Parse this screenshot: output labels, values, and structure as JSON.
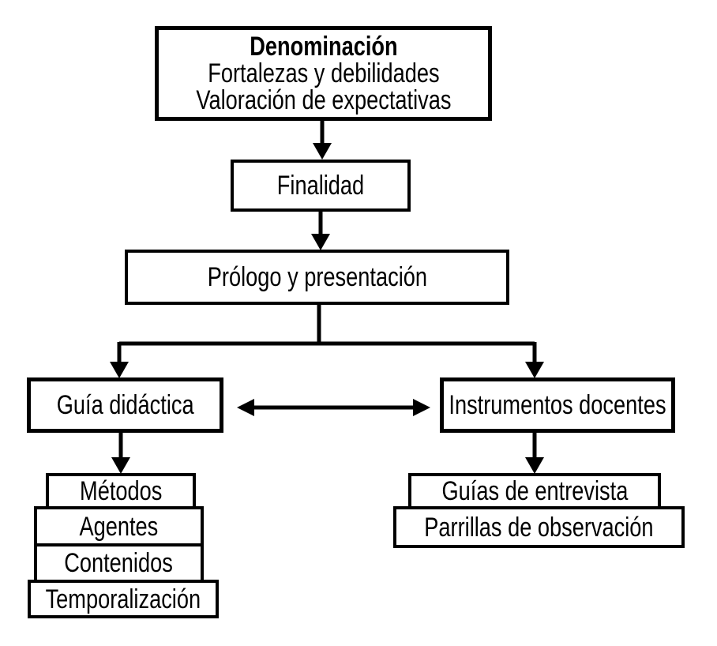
{
  "diagram": {
    "background_color": "#ffffff",
    "stroke_color": "#000000",
    "nodes": {
      "denominacion": {
        "title": "Denominación",
        "lines": [
          "Fortalezas y debilidades",
          "Valoración de expectativas"
        ]
      },
      "finalidad": {
        "label": "Finalidad"
      },
      "prologo": {
        "label": "Prólogo y presentación"
      },
      "guia_didactica": {
        "label": "Guía didáctica"
      },
      "instrumentos_docentes": {
        "label": "Instrumentos docentes"
      },
      "metodos": {
        "label": "Métodos"
      },
      "agentes": {
        "label": "Agentes"
      },
      "contenidos": {
        "label": "Contenidos"
      },
      "temporalizacion": {
        "label": "Temporalización"
      },
      "guias_entrevista": {
        "label": "Guías de entrevista"
      },
      "parrillas_observacion": {
        "label": "Parrillas de observación"
      }
    },
    "edges": [
      {
        "from": "denominacion",
        "to": "finalidad",
        "style": "arrow-down"
      },
      {
        "from": "finalidad",
        "to": "prologo",
        "style": "arrow-down"
      },
      {
        "from": "prologo",
        "to": "guia_didactica",
        "style": "branch-arrow-down"
      },
      {
        "from": "prologo",
        "to": "instrumentos_docentes",
        "style": "branch-arrow-down"
      },
      {
        "from": "guia_didactica",
        "to": "instrumentos_docentes",
        "style": "double-headed-horizontal"
      },
      {
        "from": "guia_didactica",
        "to": "metodos",
        "style": "arrow-down"
      },
      {
        "from": "instrumentos_docentes",
        "to": "guias_entrevista",
        "style": "arrow-down"
      }
    ]
  }
}
